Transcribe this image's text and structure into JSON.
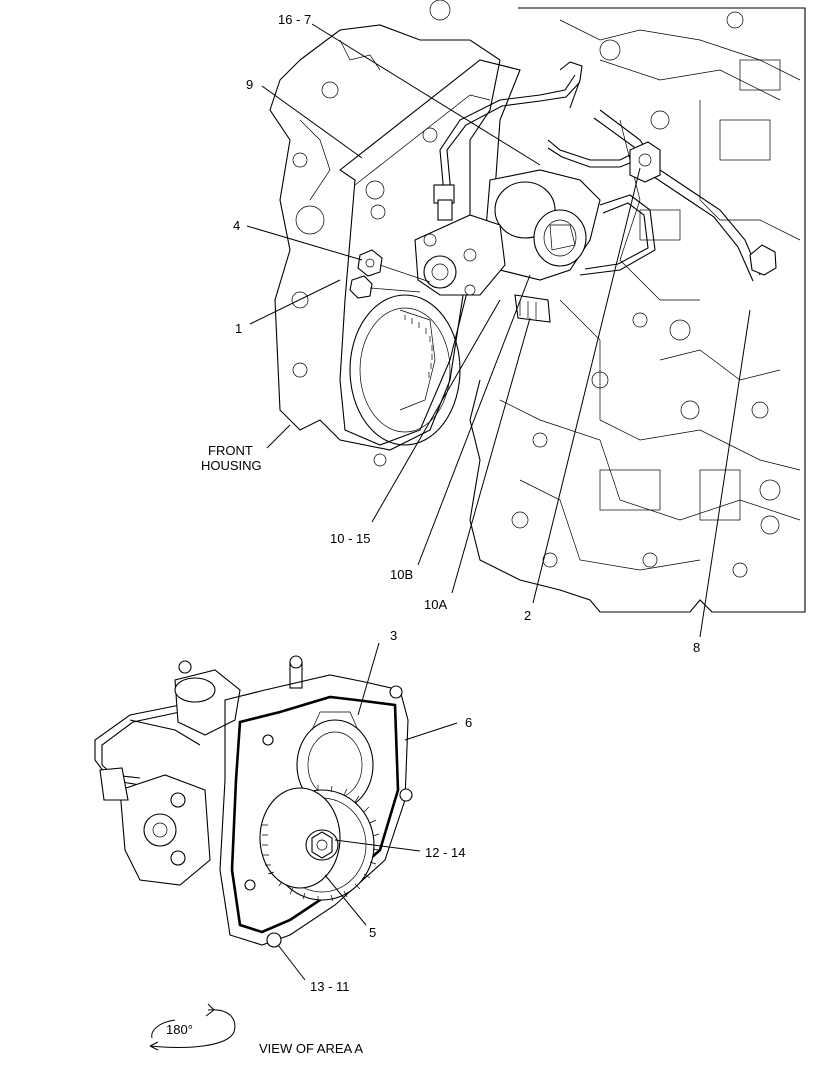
{
  "callouts": {
    "c16_7": "16 - 7",
    "c9": "9",
    "c4": "4",
    "c1": "1",
    "front_housing_1": "FRONT",
    "front_housing_2": "HOUSING",
    "c10_15": "10 - 15",
    "c10B": "10B",
    "c10A": "10A",
    "c2": "2",
    "c8": "8",
    "c3": "3",
    "c6": "6",
    "c12_14": "12 - 14",
    "c5": "5",
    "c13_11": "13 - 11"
  },
  "rotation_label": "180°",
  "view_label": "VIEW OF AREA  A"
}
